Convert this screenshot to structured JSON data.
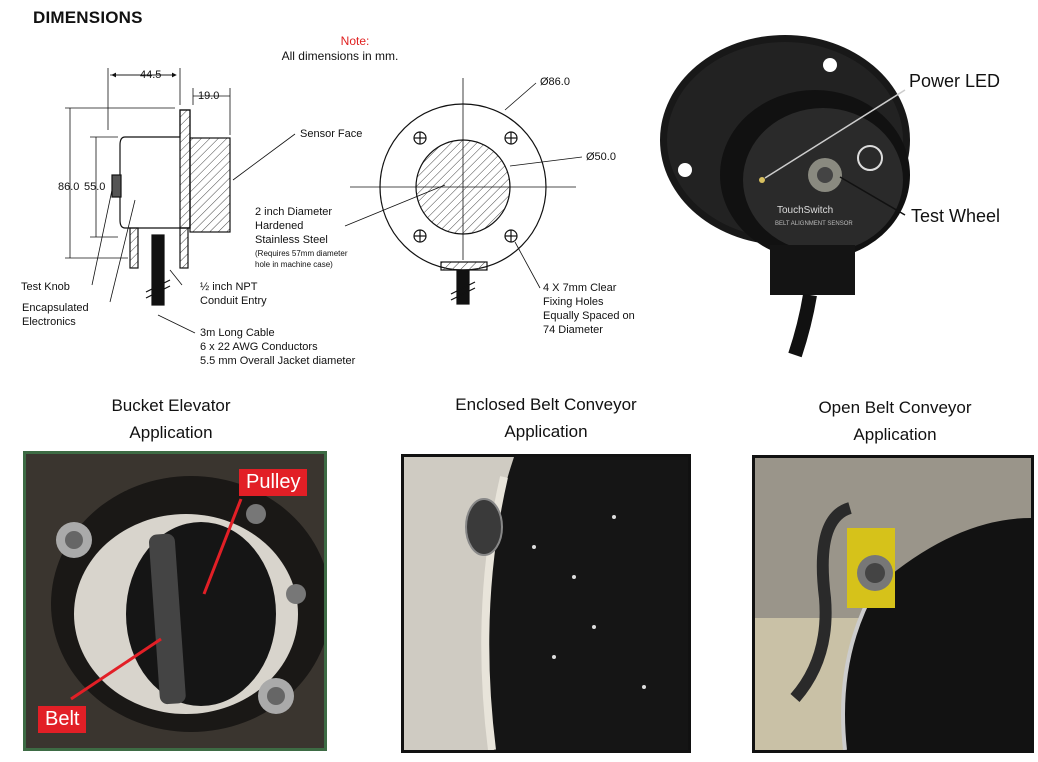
{
  "header": {
    "title": "DIMENSIONS"
  },
  "note": {
    "label": "Note:",
    "text": "All dimensions in mm."
  },
  "side_view": {
    "width_depth": "44.5",
    "face_depth": "19.0",
    "height_outer": "86.0",
    "height_inner": "55.0",
    "sensor_face": "Sensor Face",
    "test_knob": "Test Knob",
    "encapsulated": [
      "Encapsulated",
      "Electronics"
    ],
    "npt": [
      "½ inch NPT",
      "Conduit Entry"
    ],
    "cable": [
      "3m Long Cable",
      "6 x 22 AWG Conductors",
      "5.5 mm Overall Jacket diameter"
    ]
  },
  "front_view": {
    "outer_dia": "Ø86.0",
    "inner_dia": "Ø50.0",
    "steel": [
      "2 inch Diameter",
      "Hardened",
      "Stainless Steel"
    ],
    "steel_note": [
      "(Requires 57mm diameter",
      "hole in machine case)"
    ],
    "holes": [
      "4 X 7mm Clear",
      "Fixing Holes",
      "Equally Spaced on",
      "74 Diameter"
    ]
  },
  "product_photo": {
    "power_led": "Power LED",
    "test_wheel": "Test Wheel",
    "brand": "TouchSwitch",
    "brand_sub": "BELT ALIGNMENT SENSOR"
  },
  "applications": [
    {
      "title": [
        "Bucket Elevator",
        "Application"
      ],
      "tags": [
        "Pulley",
        "Belt"
      ]
    },
    {
      "title": [
        "Enclosed Belt Conveyor",
        "Application"
      ]
    },
    {
      "title": [
        "Open Belt Conveyor",
        "Application"
      ]
    }
  ]
}
